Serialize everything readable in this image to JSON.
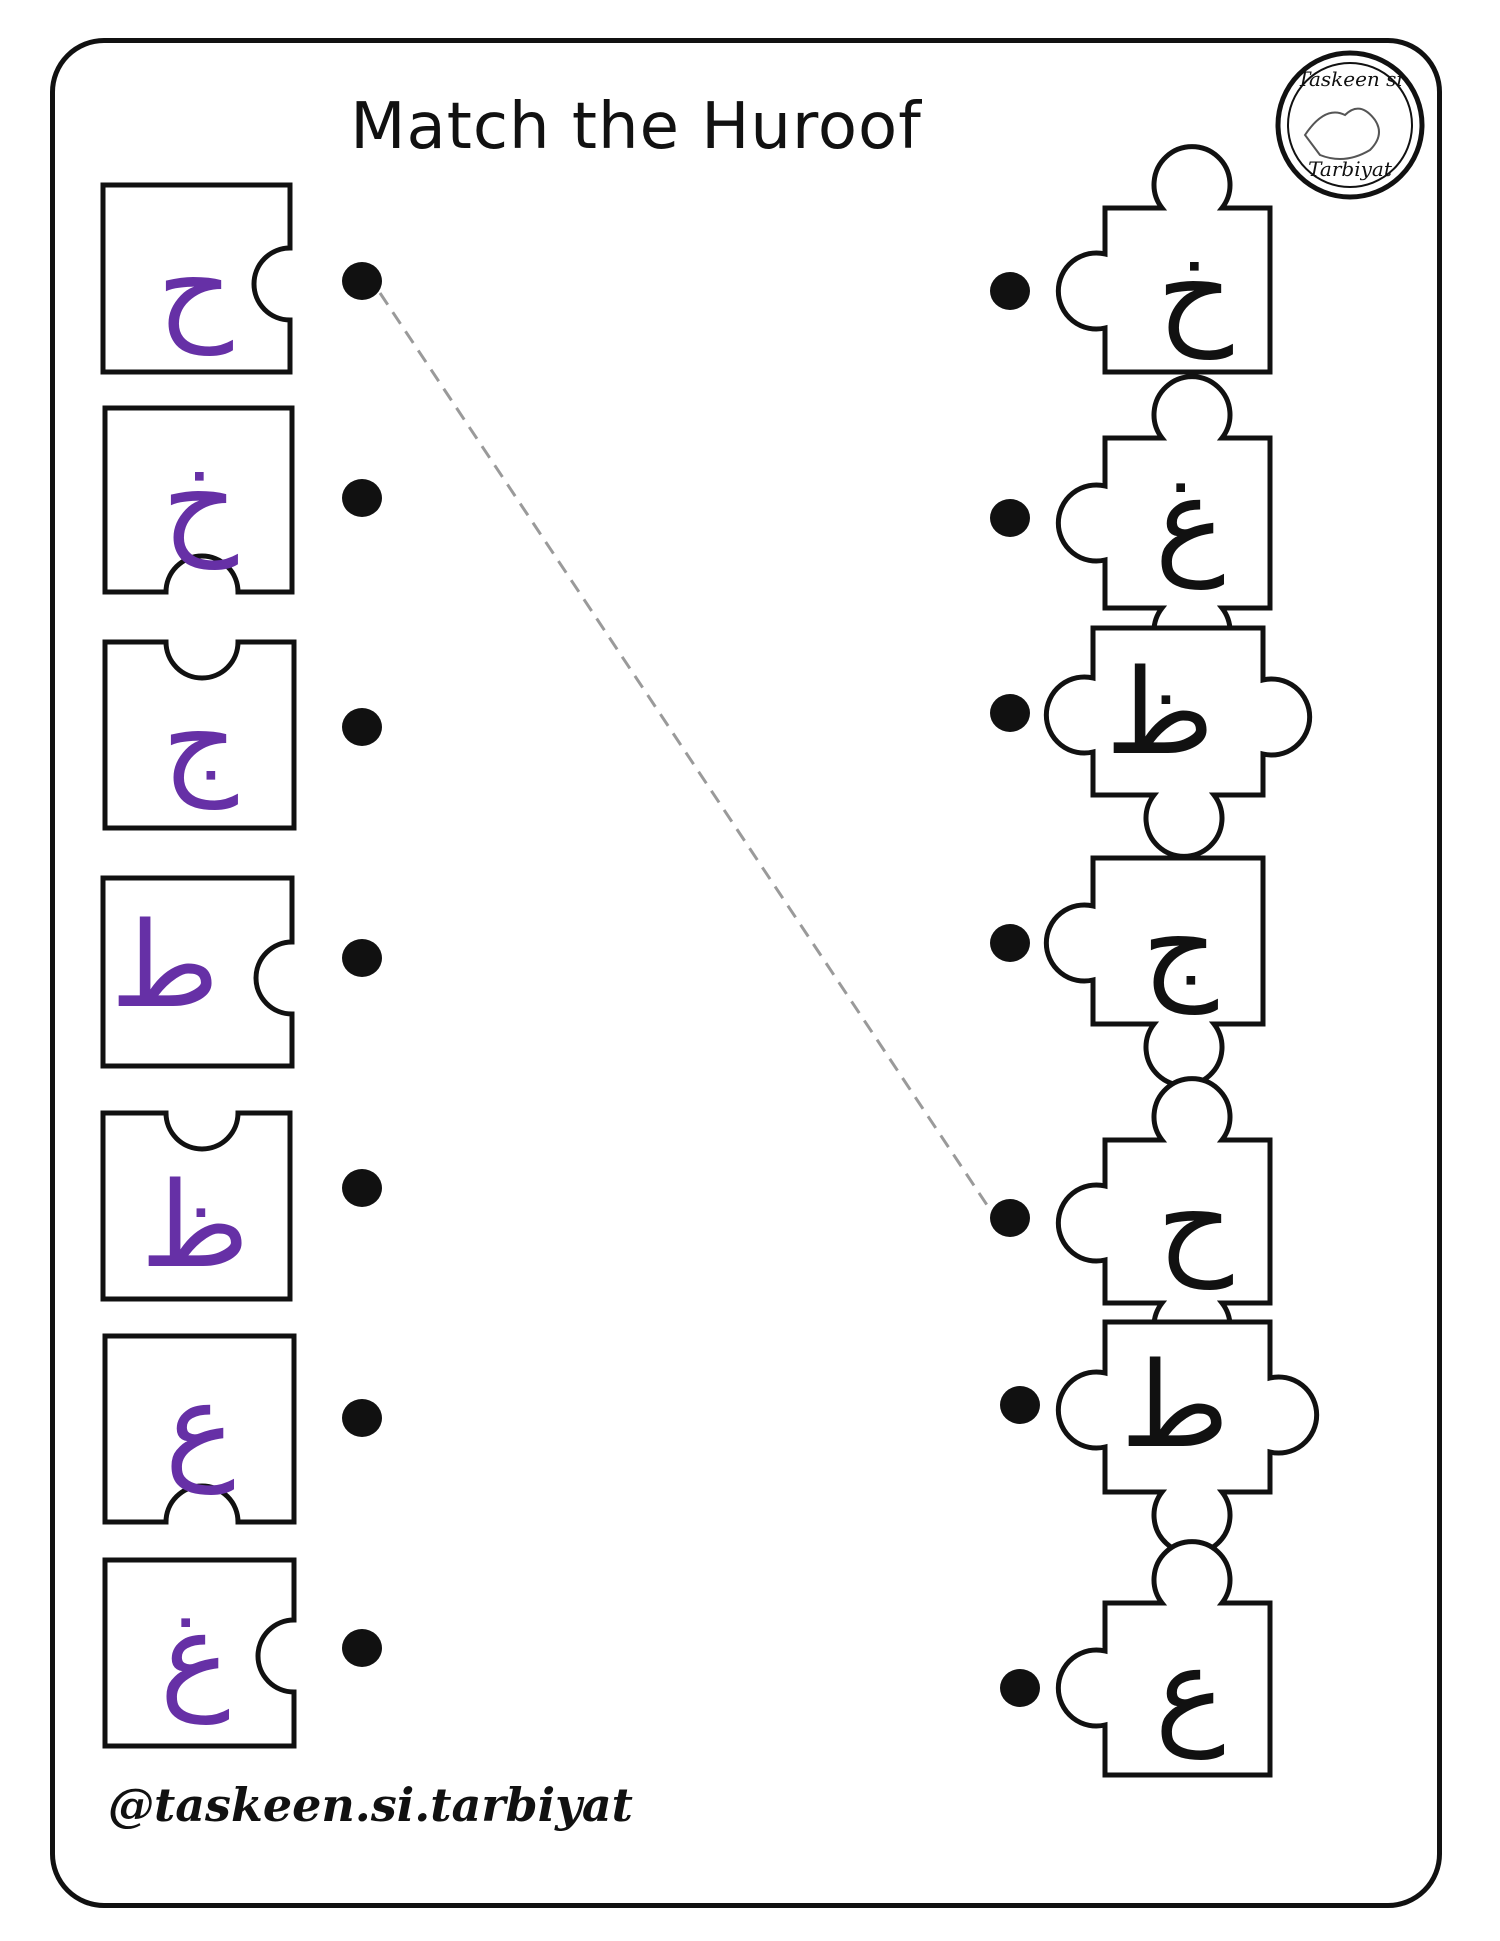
{
  "title": "Match the Huroof",
  "footer": "@taskeen.si.tarbiyat",
  "logo": {
    "text_top": "Taskeen si",
    "text_bottom": "Tarbiyat"
  },
  "colors": {
    "left_letter": "#6630a6",
    "right_letter": "#111111",
    "border": "#111111"
  },
  "left_letters": [
    "ح",
    "خ",
    "ج",
    "ط",
    "ظ",
    "ع",
    "غ"
  ],
  "right_letters": [
    "خ",
    "غ",
    "ظ",
    "ج",
    "ح",
    "ط",
    "ع"
  ],
  "example_match": {
    "left_index": 0,
    "right_index": 4
  }
}
